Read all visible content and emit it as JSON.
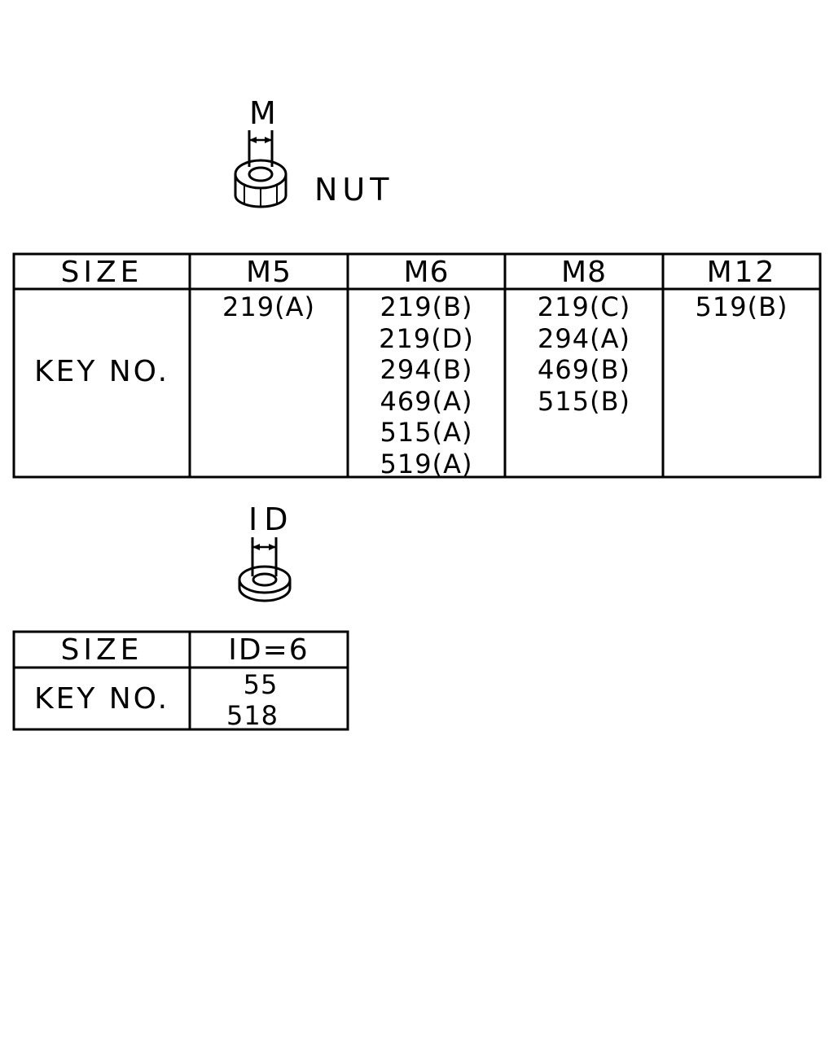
{
  "nut_section": {
    "dimension_label": "M",
    "part_label": "NUT"
  },
  "nut_table": {
    "header_label": "SIZE",
    "row_label": "KEY NO.",
    "columns": [
      {
        "size": "M5",
        "keys": [
          "219(A)"
        ]
      },
      {
        "size": "M6",
        "keys": [
          "219(B)",
          "219(D)",
          "294(B)",
          "469(A)",
          "515(A)",
          "519(A)"
        ]
      },
      {
        "size": "M8",
        "keys": [
          "219(C)",
          "294(A)",
          "469(B)",
          "515(B)"
        ]
      },
      {
        "size": "M12",
        "keys": [
          "519(B)"
        ]
      }
    ]
  },
  "washer_section": {
    "dimension_label": "ID"
  },
  "washer_table": {
    "header_label": "SIZE",
    "row_label": "KEY NO.",
    "columns": [
      {
        "size": "ID=6",
        "keys": [
          "55",
          "518"
        ]
      }
    ]
  }
}
